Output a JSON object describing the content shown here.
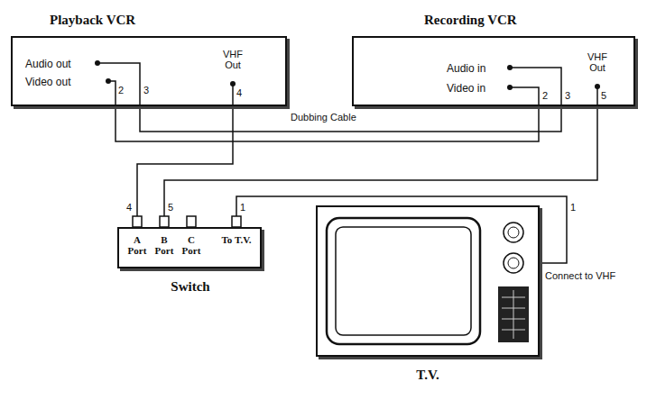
{
  "diagram": {
    "nodes": [
      {
        "text": [
          "Playback VCR",
          "Audio out",
          "Video out",
          "VHF Out"
        ]
      },
      {
        "text": [
          "Recording VCR",
          "Audio in",
          "Video in",
          "VHF Out"
        ]
      },
      {
        "text": [
          "A Port",
          "B Port",
          "C Port",
          "To T.V.",
          "Switch"
        ]
      },
      {
        "text": [
          "T.V."
        ]
      }
    ],
    "edges": [
      {
        "from": 0,
        "to": 1,
        "arrow": "none"
      },
      {
        "from": 0,
        "to": 1,
        "arrow": "none"
      },
      {
        "from": 0,
        "to": 2,
        "arrow": "none"
      },
      {
        "from": 1,
        "to": 2,
        "arrow": "none"
      },
      {
        "from": 2,
        "to": 3,
        "arrow": "none"
      }
    ],
    "labels": [
      "2",
      "3",
      "4",
      "2",
      "3",
      "5",
      "Dubbing Cable",
      "4",
      "5",
      "1",
      "1",
      "Connect to VHF"
    ]
  }
}
